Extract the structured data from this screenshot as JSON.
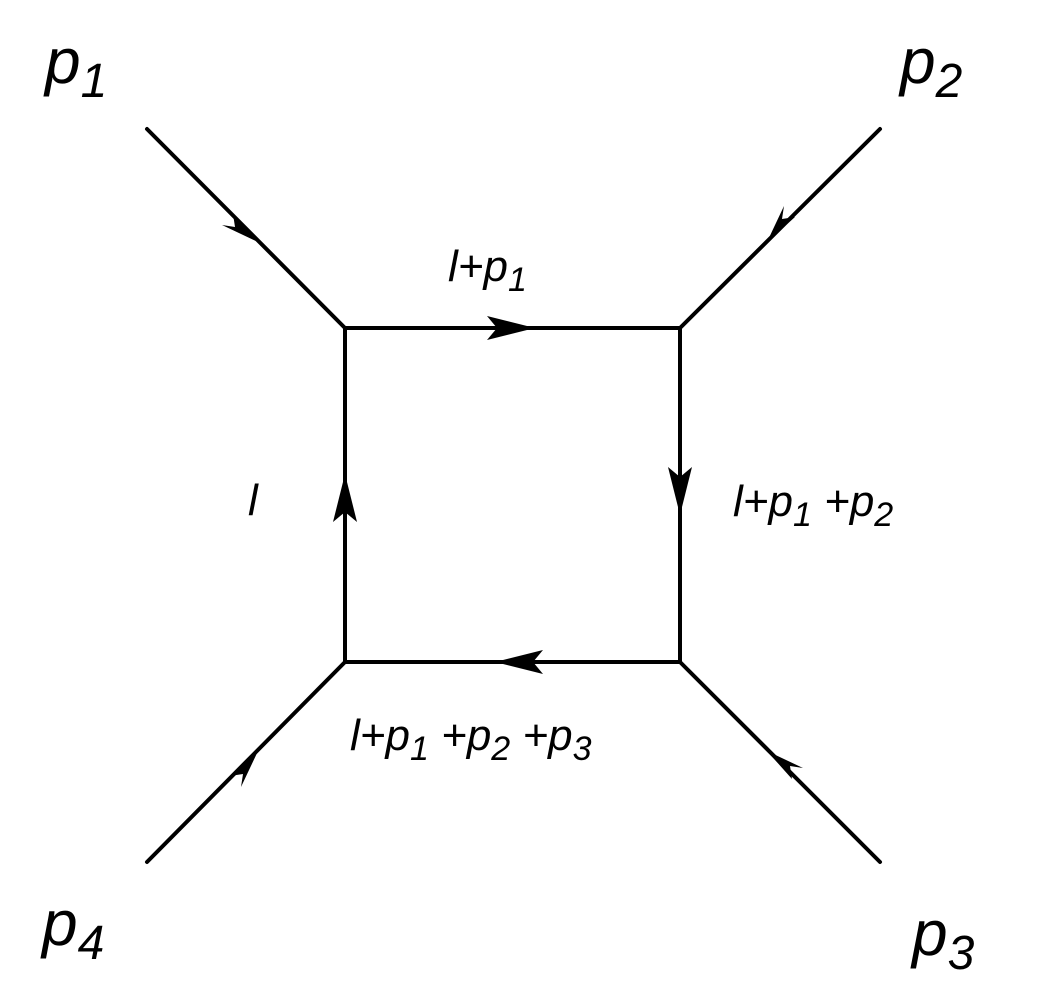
{
  "diagram": {
    "line_color": "#000000",
    "background": "#ffffff",
    "external_legs": {
      "p1": {
        "base": "p",
        "sub": "1"
      },
      "p2": {
        "base": "p",
        "sub": "2"
      },
      "p3": {
        "base": "p",
        "sub": "3"
      },
      "p4": {
        "base": "p",
        "sub": "4"
      }
    },
    "internal_lines": {
      "top": {
        "l": "l",
        "plus": "+",
        "p": "p",
        "s1": "1"
      },
      "right": {
        "l": "l",
        "plus1": "+",
        "p1": "p",
        "s1": "1",
        "plus2": " +",
        "p2": "p",
        "s2": "2"
      },
      "bottom": {
        "l": "l",
        "plus1": "+",
        "p1": "p",
        "s1": "1",
        "plus2": " +",
        "p2": "p",
        "s2": "2",
        "plus3": " +",
        "p3": "p",
        "s3": "3"
      },
      "left": {
        "l": "l"
      }
    }
  }
}
